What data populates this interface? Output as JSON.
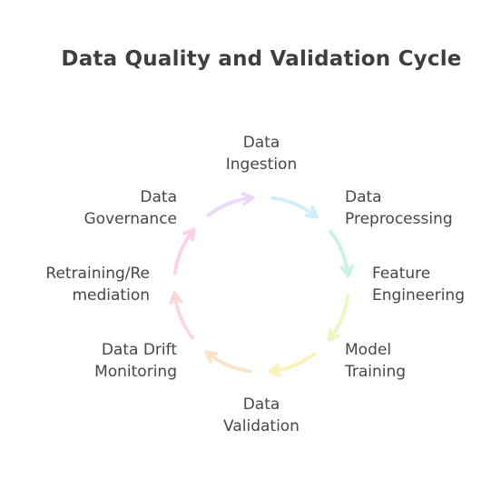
{
  "title": "Data Quality and Validation Cycle",
  "stages": [
    {
      "id": "data-ingestion",
      "lines": [
        "Data",
        "Ingestion"
      ],
      "color": "#cdeefa"
    },
    {
      "id": "data-preprocessing",
      "lines": [
        "Data",
        "Preprocessing"
      ],
      "color": "#c9f3df"
    },
    {
      "id": "feature-engineering",
      "lines": [
        "Feature",
        "Engineering"
      ],
      "color": "#eaf8c3"
    },
    {
      "id": "model-training",
      "lines": [
        "Model",
        "Training"
      ],
      "color": "#fbf2b8"
    },
    {
      "id": "data-validation",
      "lines": [
        "Data",
        "Validation"
      ],
      "color": "#fbe2cc"
    },
    {
      "id": "data-drift-monitoring",
      "lines": [
        "Data Drift",
        "Monitoring"
      ],
      "color": "#fbd8d8"
    },
    {
      "id": "retraining-remediation",
      "lines": [
        "Retraining/Re",
        "mediation"
      ],
      "color": "#fad3e6"
    },
    {
      "id": "data-governance",
      "lines": [
        "Data",
        "Governance"
      ],
      "color": "#f0d6f8"
    }
  ]
}
